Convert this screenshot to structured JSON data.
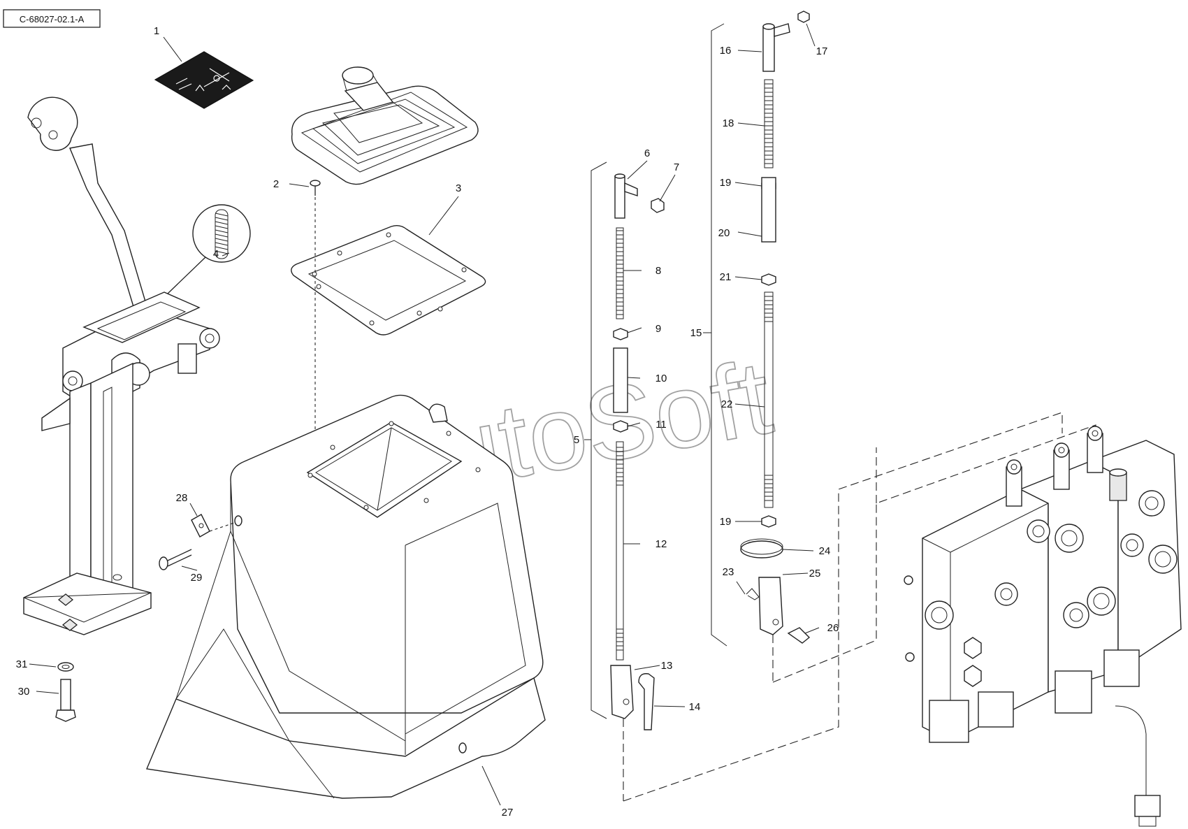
{
  "reference_code": "C-68027-02.1-A",
  "watermark": "AutoSoft",
  "callouts": {
    "c1": "1",
    "c2": "2",
    "c3": "3",
    "c4": "4",
    "c5": "5",
    "c6": "6",
    "c7": "7",
    "c8": "8",
    "c9": "9",
    "c10": "10",
    "c11": "11",
    "c12": "12",
    "c13": "13",
    "c14": "14",
    "c15": "15",
    "c16": "16",
    "c17": "17",
    "c18": "18",
    "c19a": "19",
    "c19b": "19",
    "c20": "20",
    "c21": "21",
    "c22": "22",
    "c23": "23",
    "c24": "24",
    "c25": "25",
    "c26": "26",
    "c27": "27",
    "c28": "28",
    "c29": "29",
    "c30": "30",
    "c31": "31"
  }
}
